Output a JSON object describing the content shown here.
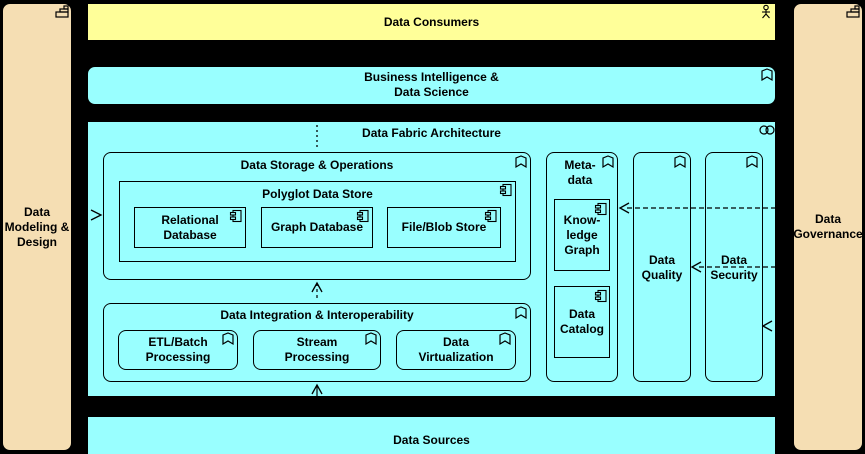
{
  "diagram": {
    "side_left": {
      "label": "Data\nModeling &\nDesign",
      "icon": "grid-icon"
    },
    "side_right": {
      "label": "Data\nGovernance",
      "icon": "grid-icon"
    },
    "top": {
      "label": "Data Consumers",
      "icon": "actor-icon"
    },
    "bi": {
      "label": "Business Intelligence &\nData Science",
      "icon": "function-icon"
    },
    "fabric": {
      "label": "Data Fabric Architecture",
      "icon": "collaboration-icon"
    },
    "storage": {
      "label": "Data Storage & Operations",
      "icon": "function-icon"
    },
    "polyglot": {
      "label": "Polyglot Data Store",
      "icon": "component-icon"
    },
    "relational": {
      "label": "Relational\nDatabase",
      "icon": "component-icon"
    },
    "graph_db": {
      "label": "Graph Database",
      "icon": "component-icon"
    },
    "file_blob": {
      "label": "File/Blob Store",
      "icon": "component-icon"
    },
    "integration": {
      "label": "Data Integration & Interoperability",
      "icon": "function-icon"
    },
    "etl": {
      "label": "ETL/Batch\nProcessing",
      "icon": "function-icon"
    },
    "stream": {
      "label": "Stream\nProcessing",
      "icon": "function-icon"
    },
    "virtualization": {
      "label": "Data\nVirtualization",
      "icon": "function-icon"
    },
    "metadata": {
      "label": "Meta-\ndata",
      "icon": "function-icon"
    },
    "knowledge_graph": {
      "label": "Know-\nledge\nGraph",
      "icon": "component-icon"
    },
    "catalog": {
      "label": "Data\nCatalog",
      "icon": "component-icon"
    },
    "quality": {
      "label": "Data\nQuality",
      "icon": "function-icon"
    },
    "security": {
      "label": "Data\nSecurity",
      "icon": "function-icon"
    },
    "sources": {
      "label": "Data Sources"
    },
    "colors": {
      "fabric": "#99ffff",
      "consumers": "#ffff99",
      "sides": "#f5deb3",
      "background": "#000000"
    }
  }
}
